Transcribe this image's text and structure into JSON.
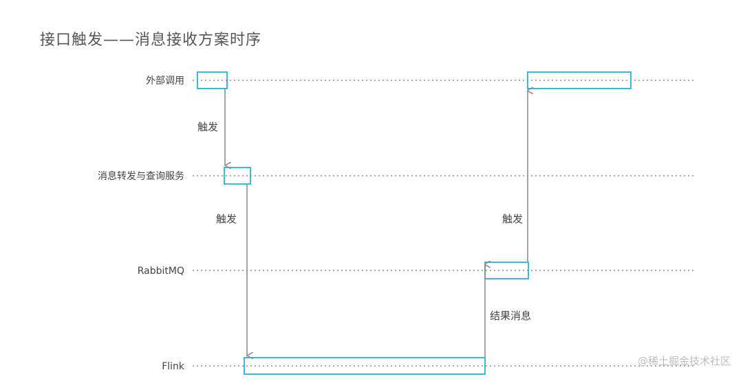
{
  "title": "接口触发——消息接收方案时序",
  "lanes": [
    {
      "id": "external",
      "label": "外部调用"
    },
    {
      "id": "service",
      "label": "消息转发与查询服务"
    },
    {
      "id": "rabbitmq",
      "label": "RabbitMQ"
    },
    {
      "id": "flink",
      "label": "Flink"
    }
  ],
  "arrows": [
    {
      "from": "external",
      "to": "service",
      "label": "触发"
    },
    {
      "from": "service",
      "to": "flink",
      "label": "触发"
    },
    {
      "from": "flink",
      "to": "rabbitmq",
      "label": "结果消息"
    },
    {
      "from": "rabbitmq",
      "to": "external",
      "label": "触发"
    }
  ],
  "watermark": "@稀土掘金技术社区",
  "colors": {
    "activation_border": "#2ab0d8",
    "lifeline": "#8a8a8a",
    "arrow": "#8c8c8c",
    "text": "#444444"
  }
}
